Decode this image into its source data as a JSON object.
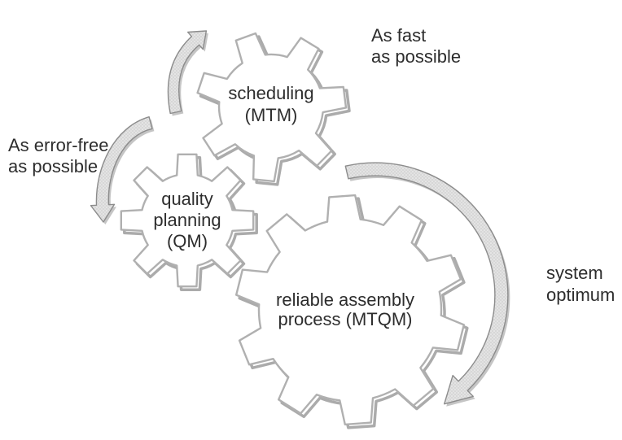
{
  "colors": {
    "background": "#ffffff",
    "text": "#2d2d2d",
    "gear_fill": "#ffffff",
    "gear_outline": "#b0b0b0",
    "gear_shadow": "#8f8f8f",
    "arrow_fill": "#d7d7d7",
    "arrow_outline": "#8c8c8c",
    "arrow_shadow": "#a6a6a6"
  },
  "gears": {
    "scheduling": {
      "lines": [
        "scheduling",
        "(MTM)"
      ]
    },
    "quality": {
      "lines": [
        "quality",
        "planning",
        "(QM)"
      ]
    },
    "assembly": {
      "lines": [
        "reliable assembly",
        "process (MTQM)"
      ]
    }
  },
  "annotations": {
    "as_fast": {
      "lines": [
        "As fast",
        "as possible"
      ]
    },
    "error_free": {
      "lines": [
        "As error-free",
        "as possible"
      ]
    },
    "system_optimum": {
      "lines": [
        "system",
        "optimum"
      ]
    }
  }
}
